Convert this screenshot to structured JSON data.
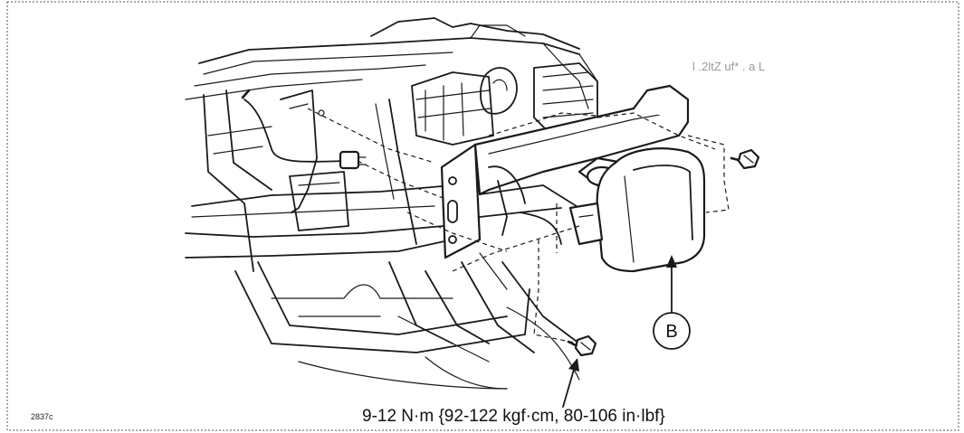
{
  "figure": {
    "id": "2837c",
    "torque_spec": "9-12 N·m {92-122 kgf·cm, 80-106 in·lbf}",
    "callout": "B",
    "faint_header": "l .2ltZ  uf*    . a L"
  },
  "colors": {
    "line": "#1a1a1a",
    "background": "#ffffff"
  }
}
